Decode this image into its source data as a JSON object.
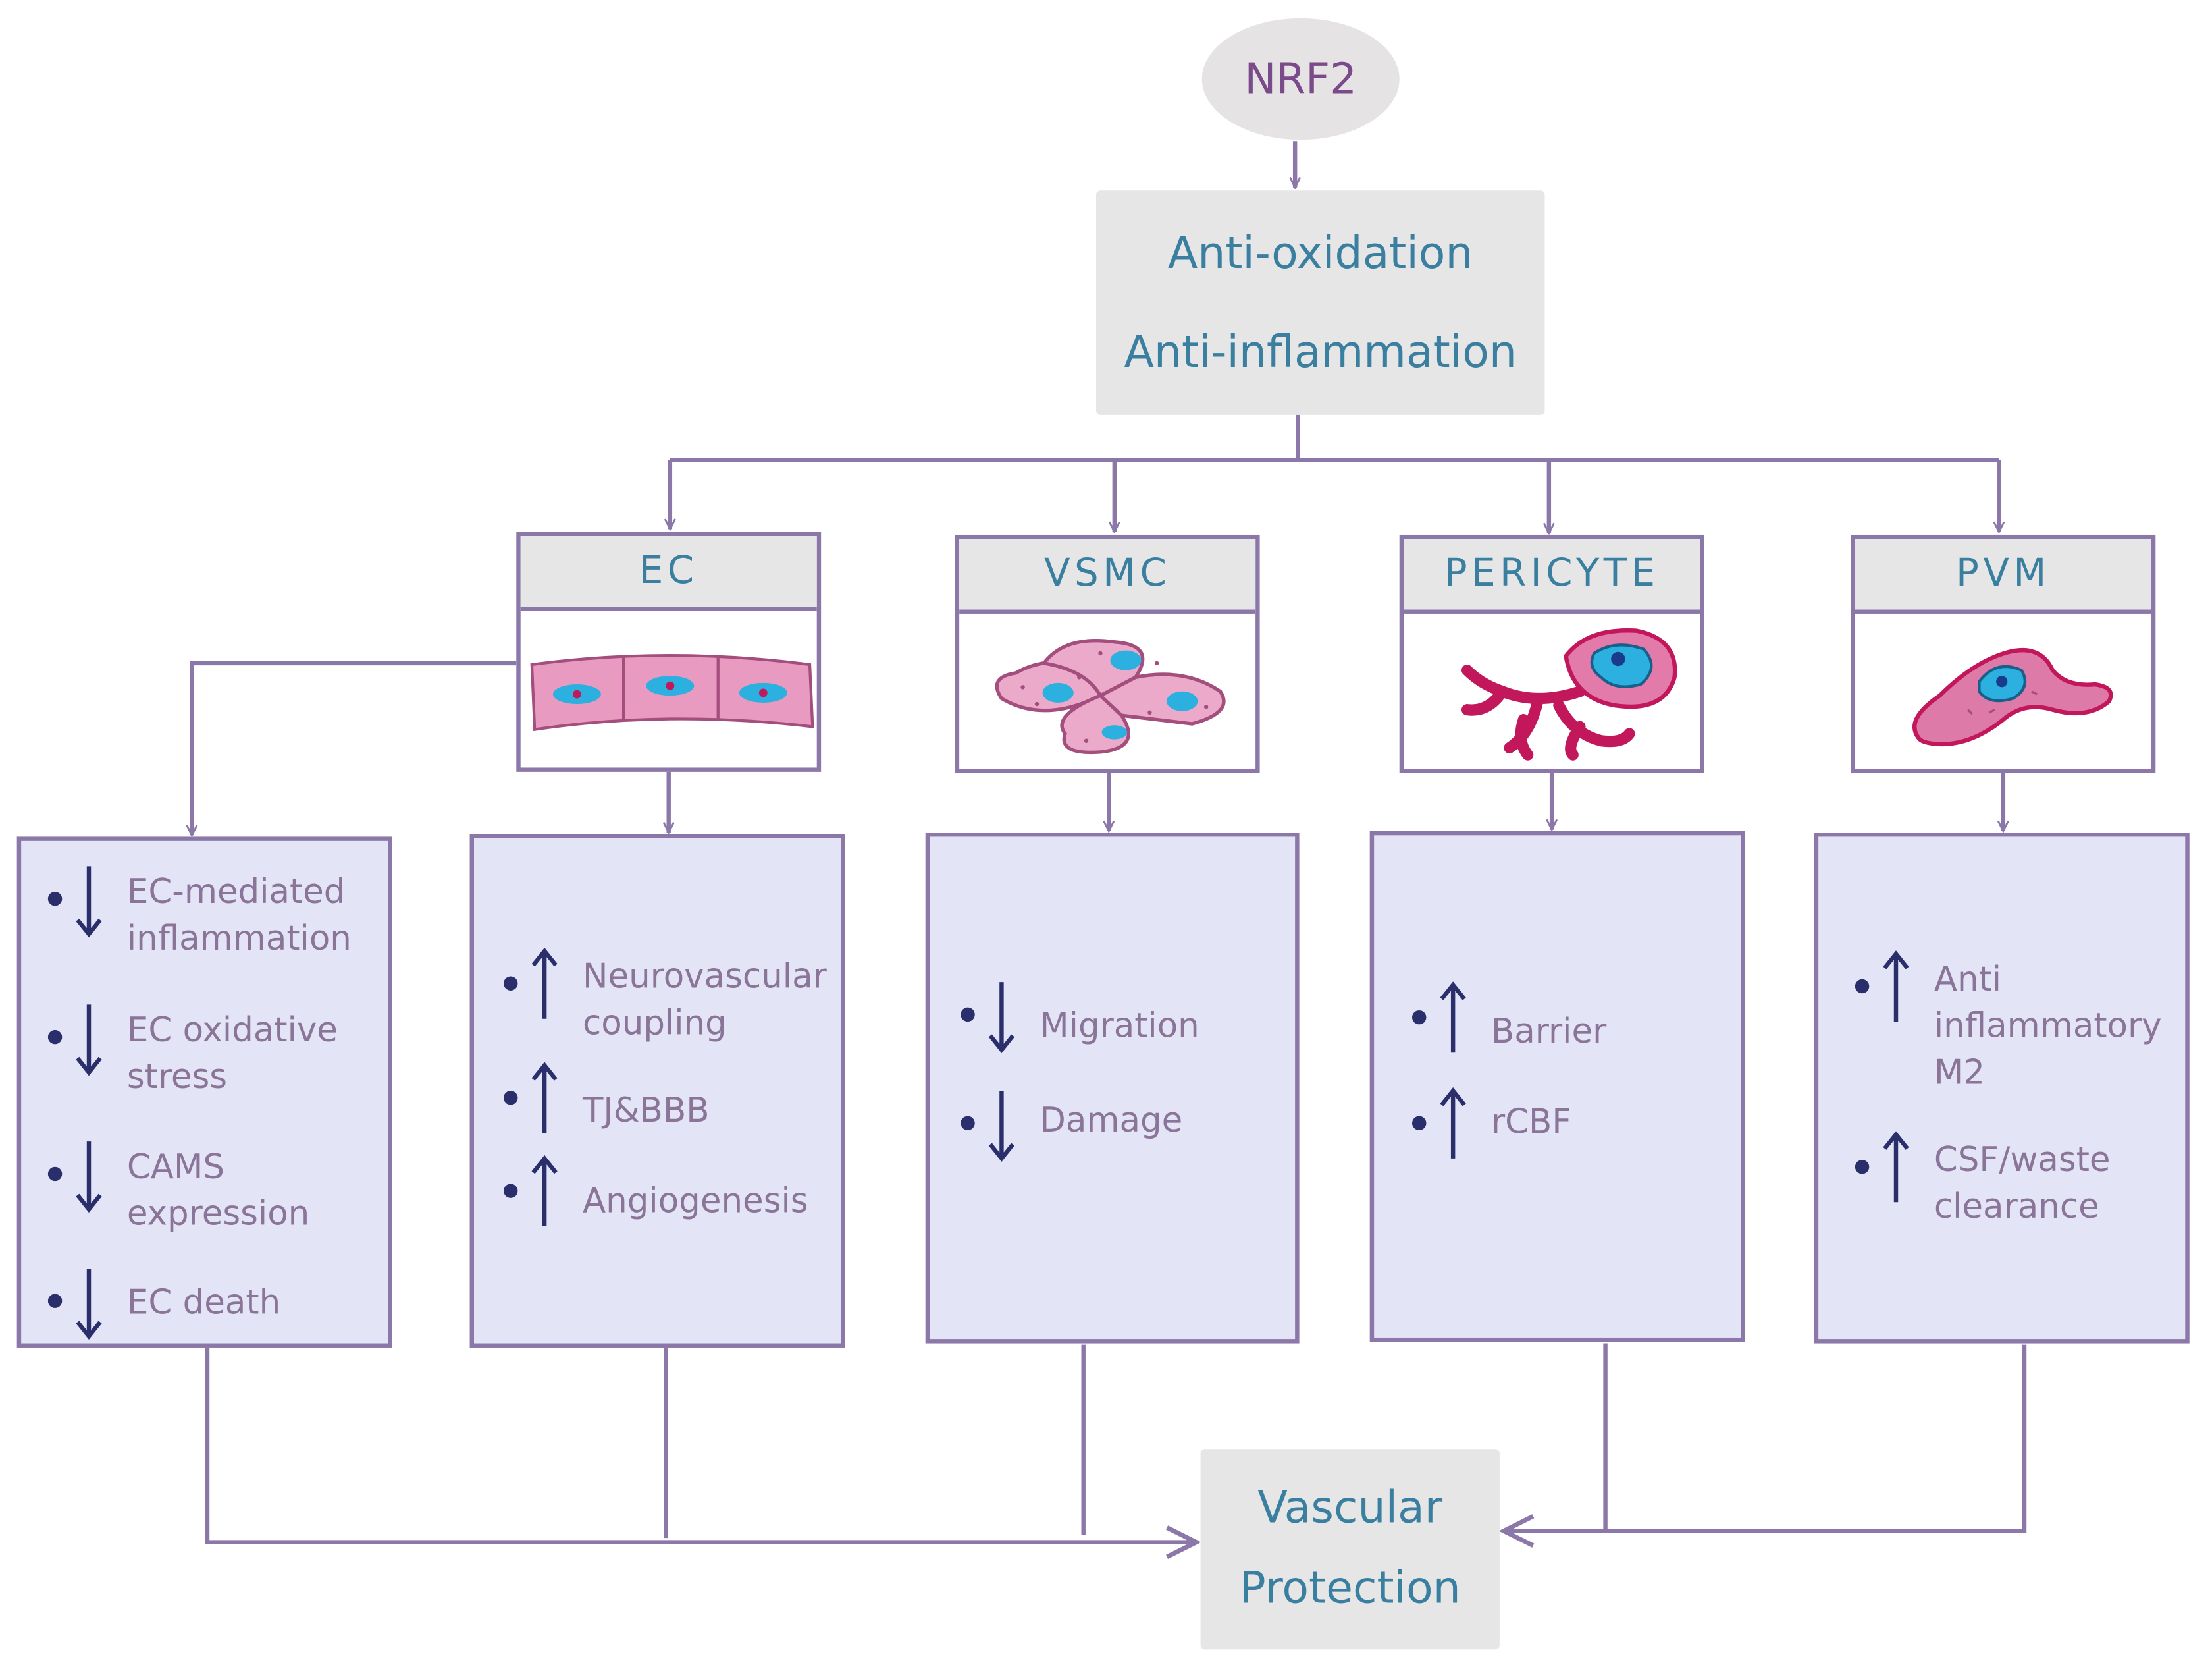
{
  "top_node": {
    "label": "NRF2"
  },
  "effects": {
    "line1": "Anti-oxidation",
    "line2": "Anti-inflammation"
  },
  "cells": [
    {
      "key": "ec",
      "label": "EC"
    },
    {
      "key": "vsmc",
      "label": "VSMC"
    },
    {
      "key": "pericyte",
      "label": "PERICYTE"
    },
    {
      "key": "pvm",
      "label": "PVM"
    }
  ],
  "outcome_boxes": [
    {
      "items": [
        {
          "dir": "down",
          "lines": [
            "EC-mediated",
            "inflammation"
          ]
        },
        {
          "dir": "down",
          "lines": [
            "EC oxidative",
            "stress"
          ]
        },
        {
          "dir": "down",
          "lines": [
            "CAMS",
            "expression"
          ]
        },
        {
          "dir": "down",
          "lines": [
            "EC death"
          ]
        }
      ]
    },
    {
      "items": [
        {
          "dir": "up",
          "lines": [
            "Neurovascular",
            "coupling"
          ]
        },
        {
          "dir": "up",
          "lines": [
            "TJ&BBB"
          ]
        },
        {
          "dir": "up",
          "lines": [
            "Angiogenesis"
          ]
        }
      ]
    },
    {
      "items": [
        {
          "dir": "down",
          "lines": [
            "Migration"
          ]
        },
        {
          "dir": "down",
          "lines": [
            "Damage"
          ]
        }
      ]
    },
    {
      "items": [
        {
          "dir": "up",
          "lines": [
            "Barrier"
          ]
        },
        {
          "dir": "up",
          "lines": [
            "rCBF"
          ]
        }
      ]
    },
    {
      "items": [
        {
          "dir": "up",
          "lines": [
            "Anti",
            "inflammatory",
            "M2"
          ]
        },
        {
          "dir": "up",
          "lines": [
            "CSF/waste",
            "clearance"
          ]
        }
      ]
    }
  ],
  "result": {
    "line1": "Vascular",
    "line2": "Protection"
  },
  "colors": {
    "line": "#8c78a8",
    "box_fill": "#e3e4f6",
    "header_text": "#3a7fa0",
    "item_text": "#8a7498",
    "arrow": "#2a2f6b",
    "cell_pink": "#e58fb8",
    "nucleus": "#2bb0e0"
  }
}
